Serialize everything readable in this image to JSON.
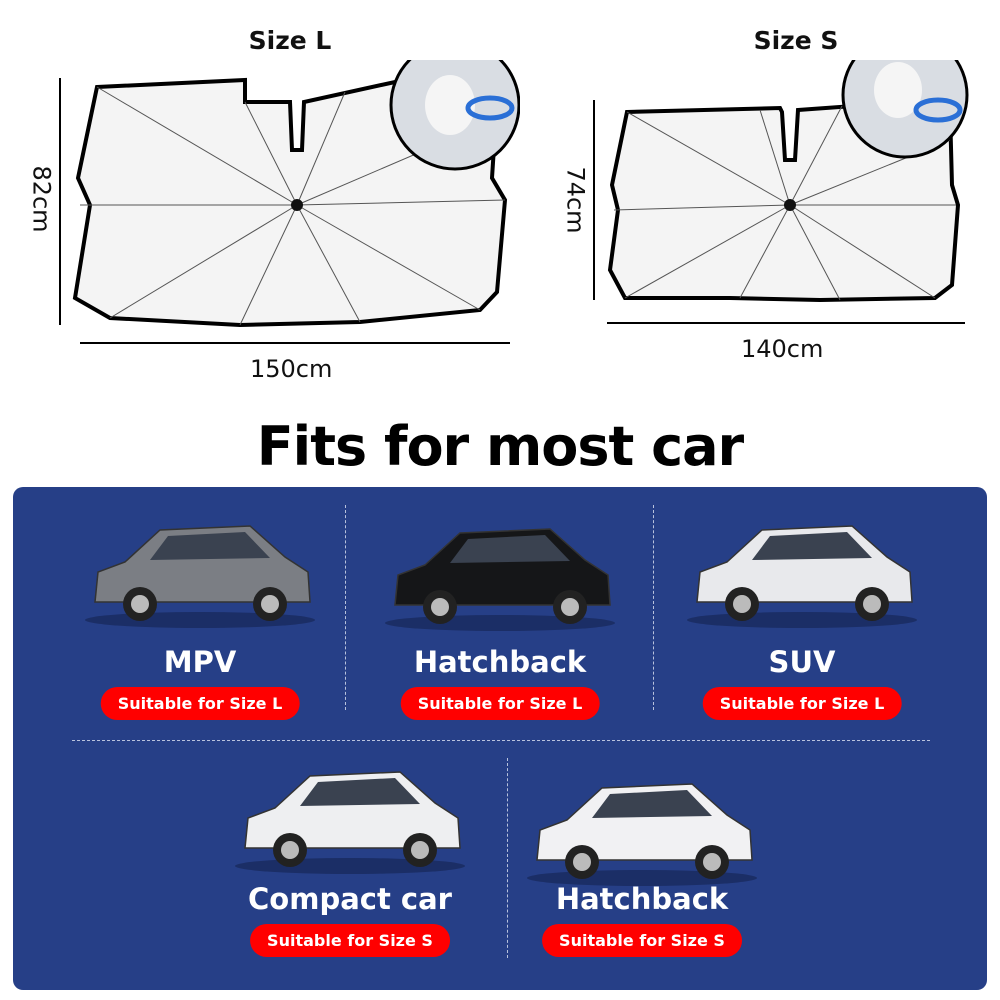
{
  "sizes": [
    {
      "label": "Size L",
      "height": "82cm",
      "width": "150cm"
    },
    {
      "label": "Size S",
      "height": "74cm",
      "width": "140cm"
    }
  ],
  "title": "Fits for most car",
  "cars": [
    {
      "type": "MPV",
      "fit": "Suitable for Size L",
      "color": "#7b7e84"
    },
    {
      "type": "Hatchback",
      "fit": "Suitable for Size L",
      "color": "#151618"
    },
    {
      "type": "SUV",
      "fit": "Suitable for Size L",
      "color": "#e8e9ec"
    },
    {
      "type": "Compact car",
      "fit": "Suitable for Size S",
      "color": "#eeeff1"
    },
    {
      "type": "Hatchback",
      "fit": "Suitable for Size S",
      "color": "#f1f1f3"
    }
  ],
  "colors": {
    "panel": "#263f87",
    "pill": "#ff0000"
  }
}
